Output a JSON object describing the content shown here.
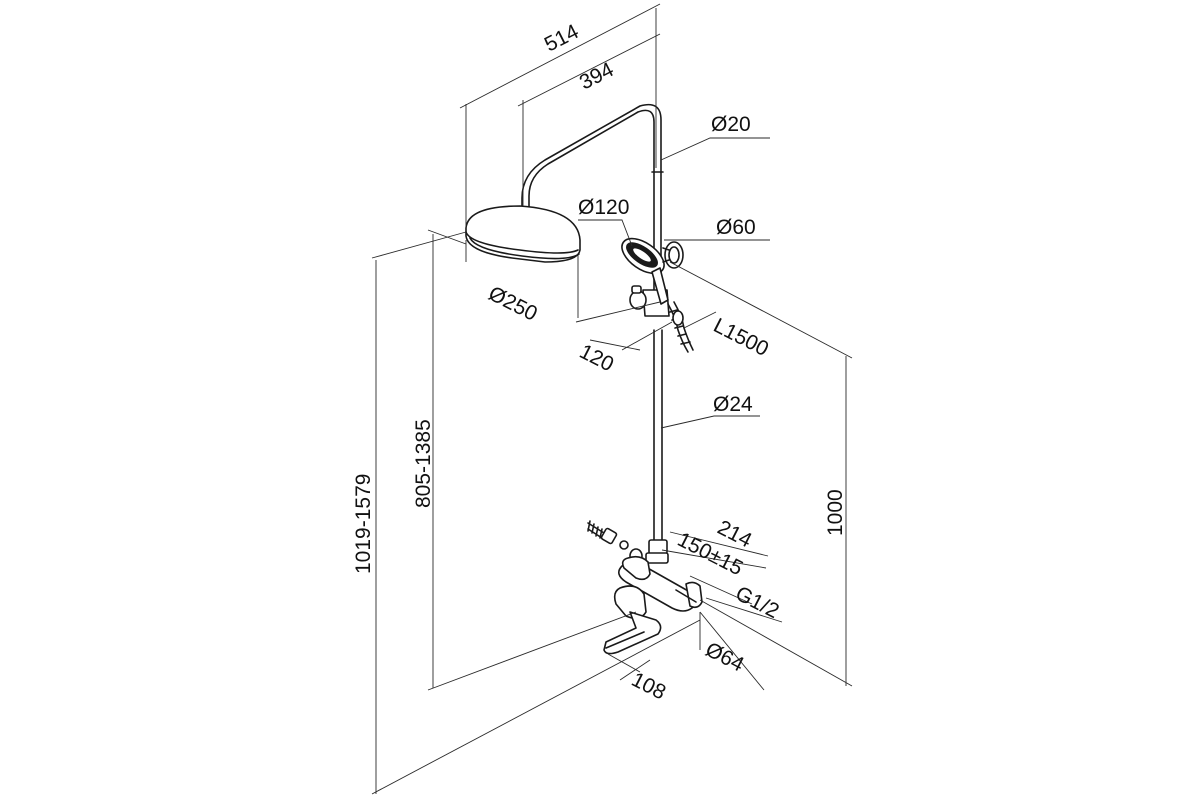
{
  "dimensions": {
    "d514": "514",
    "d394": "394",
    "d20": "Ø20",
    "d120_head": "Ø120",
    "d60": "Ø60",
    "d250": "Ø250",
    "d120_offset": "120",
    "l1500": "L1500",
    "d24": "Ø24",
    "d1000": "1000",
    "d805": "805-1385",
    "d1019": "1019-1579",
    "d214": "214",
    "d150": "150±15",
    "g12": "G1/2",
    "d64": "Ø64",
    "d108": "108"
  }
}
